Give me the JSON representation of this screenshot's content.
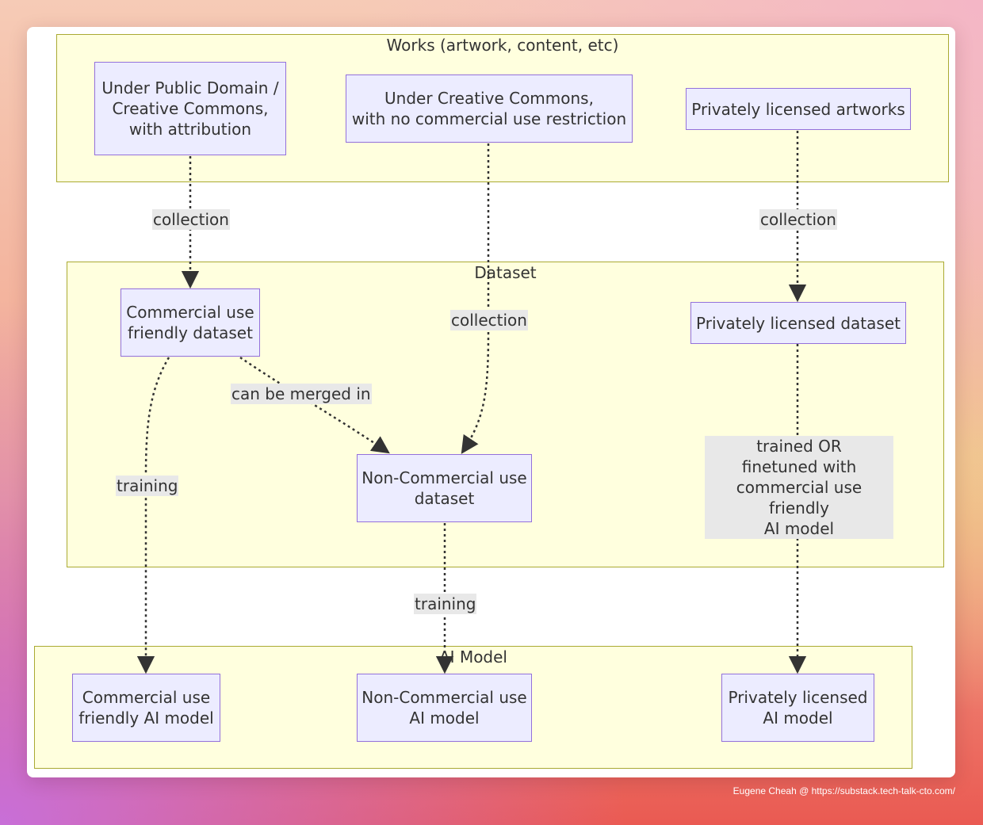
{
  "diagram": {
    "clusters": {
      "works": "Works (artwork, content, etc)",
      "dataset": "Dataset",
      "ai_model": "AI Model"
    },
    "nodes": {
      "public_domain": "Under Public Domain /\nCreative Commons,\nwith attribution",
      "creative_commons": "Under Creative Commons,\nwith no commercial use restriction",
      "private_artworks": "Privately licensed artworks",
      "commercial_dataset": "Commercial use\nfriendly dataset",
      "private_dataset": "Privately licensed dataset",
      "noncommercial_dataset": "Non-Commercial use\ndataset",
      "commercial_model": "Commercial use\nfriendly AI model",
      "noncommercial_model": "Non-Commercial use\nAI model",
      "private_model": "Privately licensed\nAI model"
    },
    "edge_labels": {
      "collection_left": "collection",
      "collection_center": "collection",
      "collection_right": "collection",
      "merged": "can be merged in",
      "training_left": "training",
      "training_center": "training",
      "trained_finetuned": "trained OR\nfinetuned with\ncommercial use friendly\nAI model"
    },
    "colors": {
      "cluster_fill": "#ffffde",
      "cluster_border": "#aaaa33",
      "node_fill": "#ececff",
      "node_border": "#9370db",
      "edge": "#333333",
      "label_bg": "#e8e8e8"
    }
  },
  "footer": "Eugene Cheah @ https://substack.tech-talk-cto.com/"
}
